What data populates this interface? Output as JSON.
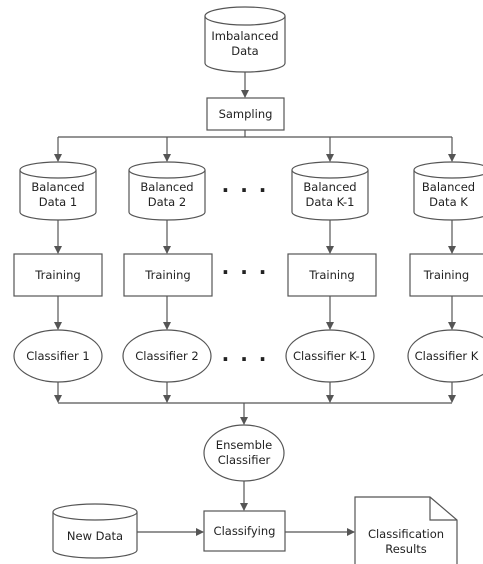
{
  "nodes": {
    "imbalanced_data": "Imbalanced\nData",
    "sampling": "Sampling",
    "balanced": [
      "Balanced\nData 1",
      "Balanced\nData 2",
      "Balanced\nData K-1",
      "Balanced\nData K"
    ],
    "training": [
      "Training",
      "Training",
      "Training",
      "Training"
    ],
    "classifiers": [
      "Classifier 1",
      "Classifier 2",
      "Classifier K-1",
      "Classifier K"
    ],
    "ellipsis": "· · ·",
    "ensemble": "Ensemble\nClassifier",
    "new_data": "New Data",
    "classifying": "Classifying",
    "results": "Classification\nResults"
  },
  "colors": {
    "stroke": "#555555",
    "fill": "#ffffff",
    "text": "#222222"
  }
}
